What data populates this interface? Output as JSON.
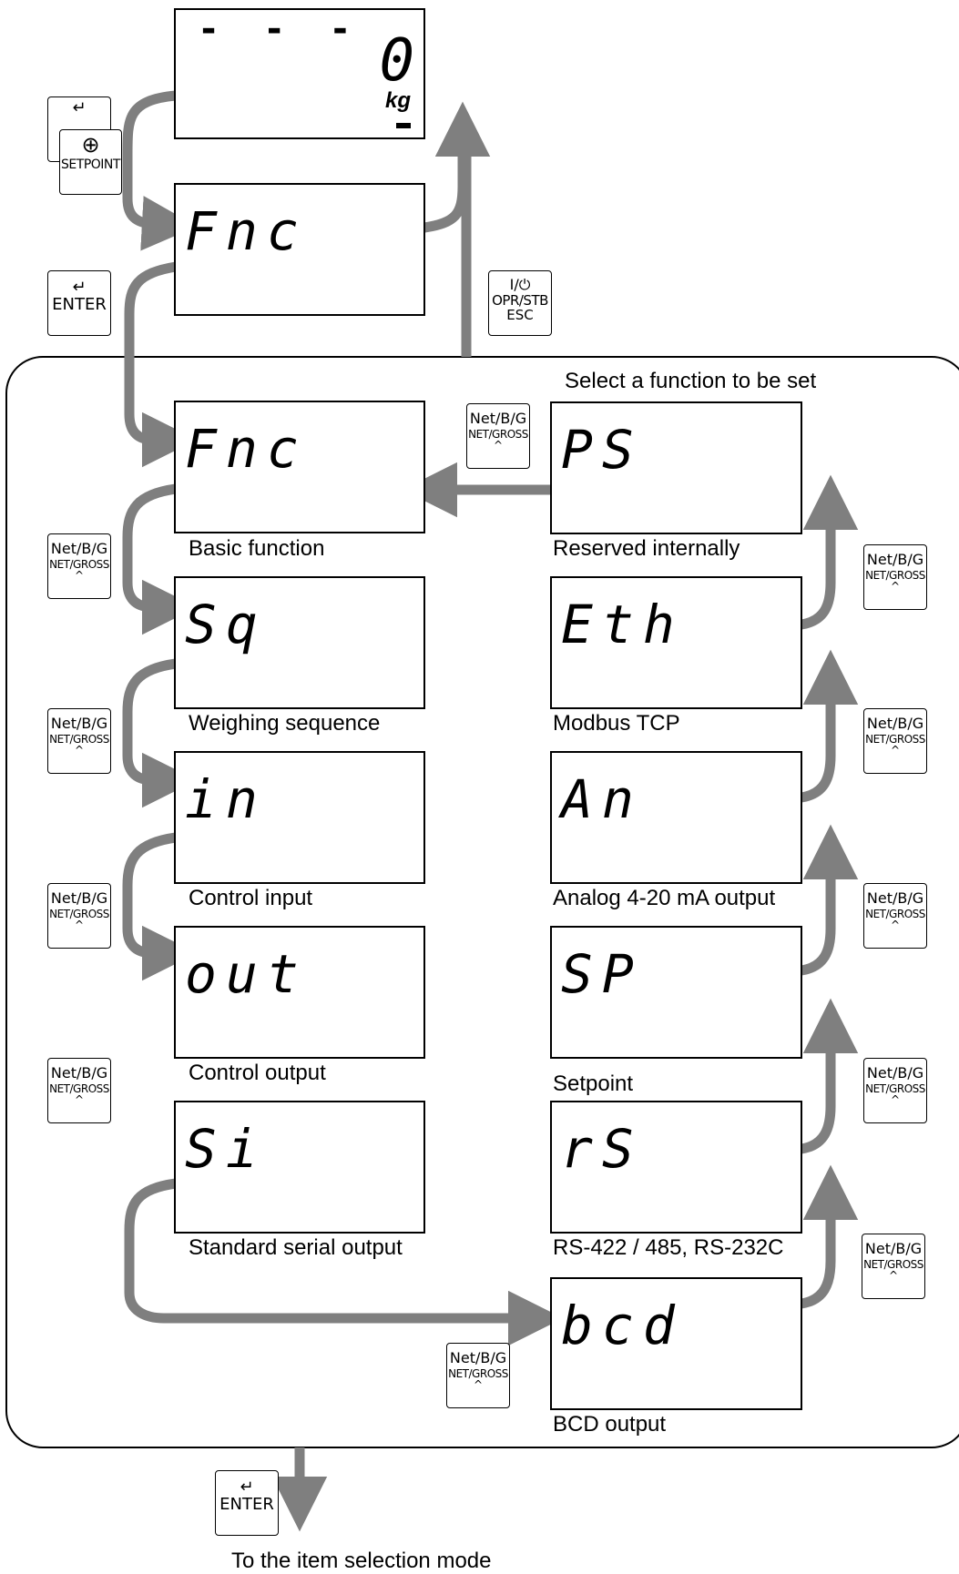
{
  "main_display": {
    "dashes": "- - -",
    "value": "0",
    "unit": "kg"
  },
  "top_fnc_display": {
    "code": "Fnc"
  },
  "keys": {
    "enter": "ENTER",
    "setpoint": "SETPOINT",
    "power_top": "I/⏻",
    "power_mid": "OPR/STB",
    "power_bottom": "ESC",
    "netgross_top": "Net/B/G",
    "netgross_bottom": "NET/GROSS",
    "caret": "^"
  },
  "panel_title": "Select a function to be set",
  "functions": [
    {
      "code": "Fnc",
      "label": "Basic function"
    },
    {
      "code": "Sq",
      "label": "Weighing sequence"
    },
    {
      "code": "in",
      "label": "Control input"
    },
    {
      "code": "out",
      "label": "Control output"
    },
    {
      "code": "Si",
      "label": "Standard serial output"
    },
    {
      "code": "bcd",
      "label": "BCD output"
    },
    {
      "code": "rS",
      "label": "RS-422 / 485, RS-232C"
    },
    {
      "code": "SP",
      "label": "Setpoint"
    },
    {
      "code": "An",
      "label": "Analog 4-20 mA output"
    },
    {
      "code": "Eth",
      "label": "Modbus TCP"
    },
    {
      "code": "PS",
      "label": "Reserved internally"
    }
  ],
  "footer_text": "To the item selection mode",
  "colors": {
    "arrow": "#7f7f7f",
    "line": "#000000"
  }
}
